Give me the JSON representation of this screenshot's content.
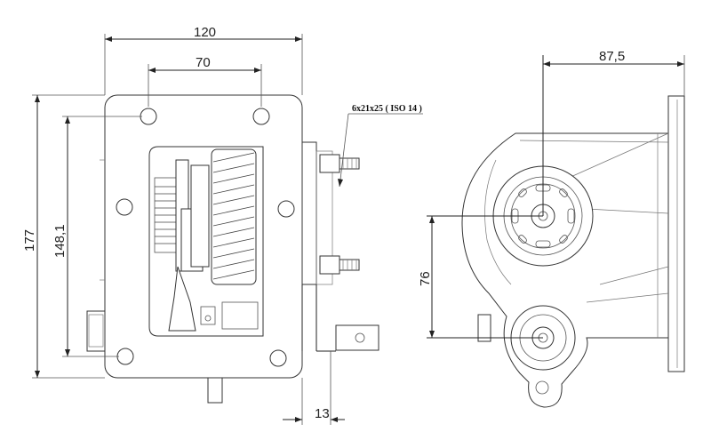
{
  "drawing": {
    "dimensions": {
      "width_overall": "120",
      "hole_spacing_horizontal": "70",
      "height_overall": "177",
      "hole_spacing_vertical": "148,1",
      "flange_thickness": "13",
      "side_offset": "87,5",
      "shaft_spacing": "76"
    },
    "callout": "6x21x25 ( ISO 14 )"
  }
}
